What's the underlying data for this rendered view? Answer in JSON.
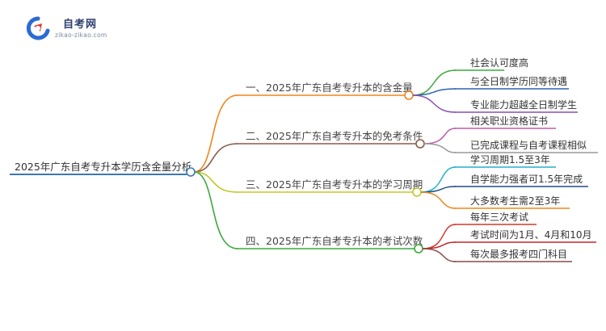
{
  "logo": {
    "title": "自考网",
    "url": "zikao-zikao.com",
    "colors": {
      "blue": "#2d6bd3",
      "red": "#e0392b",
      "dark": "#2d3f6e"
    }
  },
  "root": {
    "label": "2025年广东自考专升本学历含金量分析",
    "color": "#3a78b5"
  },
  "branches": [
    {
      "label": "一、2025年广东自考专升本的含金量",
      "color": "#f0861c",
      "leaves": [
        {
          "label": "社会认可度高",
          "color": "#3aaa3a"
        },
        {
          "label": "与全日制学历同等待遇",
          "color": "#2c64b0"
        },
        {
          "label": "专业能力超越全日制学生",
          "color": "#8c4fb0"
        }
      ]
    },
    {
      "label": "二、2025年广东自考专升本的免考条件",
      "color": "#8a5a4a",
      "leaves": [
        {
          "label": "相关职业资格证书",
          "color": "#c05aa8"
        },
        {
          "label": "已完成课程与自考课程相似",
          "color": "#999999"
        }
      ]
    },
    {
      "label": "三、2025年广东自考专升本的学习周期",
      "color": "#c0c828",
      "leaves": [
        {
          "label": "学习周期1.5至3年",
          "color": "#24b0c8"
        },
        {
          "label": "自学能力强者可1.5年完成",
          "color": "#1f4f8f"
        },
        {
          "label": "大多数考生需2至3年",
          "color": "#f0861c"
        }
      ]
    },
    {
      "label": "四、2025年广东自考专升本的考试次数",
      "color": "#3aaa3a",
      "leaves": [
        {
          "label": "每年三次考试",
          "color": "#d0382a"
        },
        {
          "label": "考试时间为1月、4月和10月",
          "color": "#c0282a"
        },
        {
          "label": "每次最多报考四门科目",
          "color": "#8a4a4a"
        }
      ]
    }
  ]
}
